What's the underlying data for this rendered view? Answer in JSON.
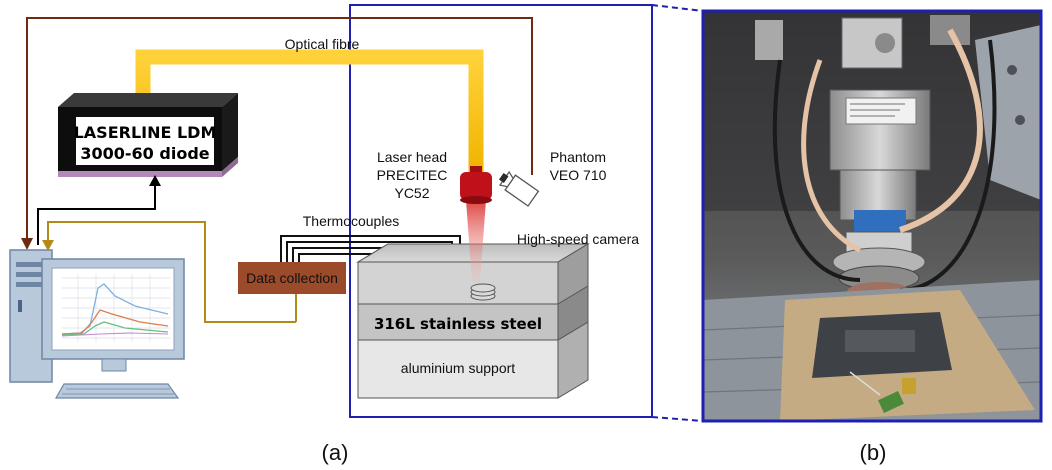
{
  "labels": {
    "optical_fibre": "Optical fibre",
    "laser_box_line1": "LASERLINE LDM",
    "laser_box_line2": "3000-60 diode",
    "laser_head_line1": "Laser head",
    "laser_head_line2": "PRECITEC",
    "laser_head_line3": "YC52",
    "camera_line1": "Phantom",
    "camera_line2": "VEO 710",
    "camera_desc": "High-speed camera",
    "thermocouples": "Thermocouples",
    "data_collection": "Data collection",
    "steel": "316L stainless steel",
    "support": "aluminium support"
  },
  "panels": {
    "a": "(a)",
    "b": "(b)"
  },
  "colors": {
    "fibre": "#f9c80e",
    "laser_box_front": "#0d0d0d",
    "laser_box_side": "#b28ab8",
    "head": "#c0111a",
    "beam": "#e0453f",
    "frame_blue": "#1f1fb3",
    "wire_brown": "#6e2b12",
    "wire_gold": "#b48a17",
    "data_box": "#9b4a2a"
  }
}
